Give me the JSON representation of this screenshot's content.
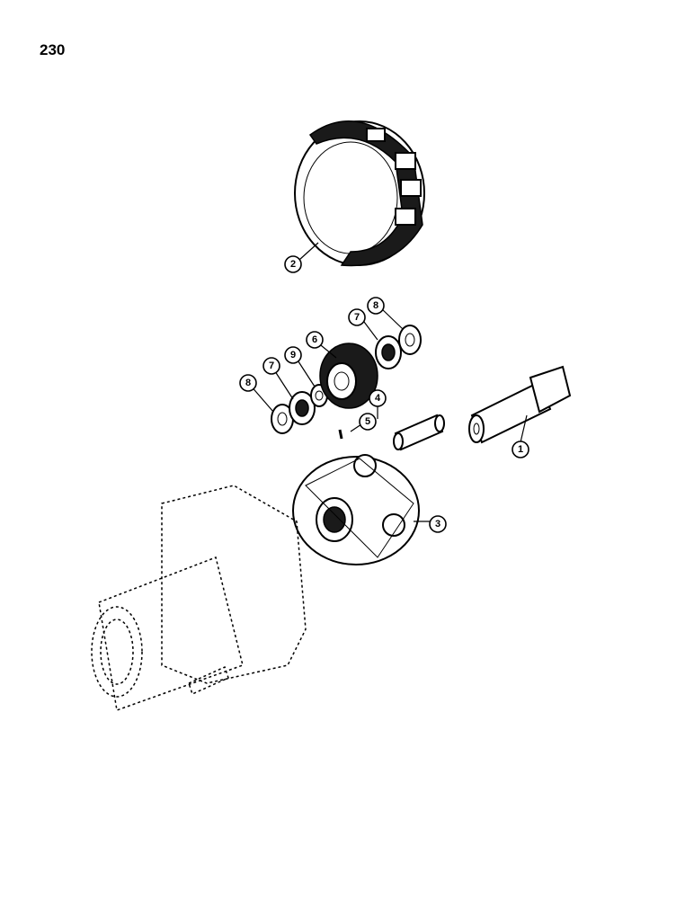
{
  "page": {
    "number": "230"
  },
  "callouts": [
    {
      "id": "1",
      "label": "1"
    },
    {
      "id": "2",
      "label": "2"
    },
    {
      "id": "3",
      "label": "3"
    },
    {
      "id": "4",
      "label": "4"
    },
    {
      "id": "5",
      "label": "5"
    },
    {
      "id": "6",
      "label": "6"
    },
    {
      "id": "7a",
      "label": "7"
    },
    {
      "id": "7b",
      "label": "7"
    },
    {
      "id": "8a",
      "label": "8"
    },
    {
      "id": "8b",
      "label": "8"
    },
    {
      "id": "9",
      "label": "9"
    }
  ]
}
